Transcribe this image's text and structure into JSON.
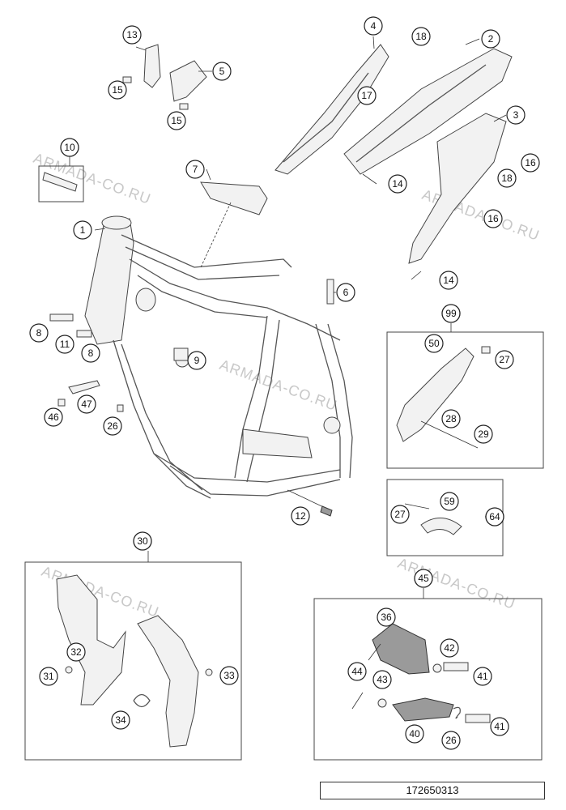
{
  "diagram": {
    "title": "Frame exploded parts diagram",
    "watermark": "ARMADA-CO.RU",
    "document_number": "172650313",
    "callouts": [
      "1",
      "2",
      "3",
      "4",
      "5",
      "6",
      "7",
      "8",
      "9",
      "10",
      "11",
      "12",
      "13",
      "14",
      "15",
      "16",
      "17",
      "18",
      "26",
      "27",
      "28",
      "29",
      "30",
      "31",
      "32",
      "33",
      "34",
      "36",
      "40",
      "41",
      "42",
      "43",
      "44",
      "45",
      "47",
      "46",
      "50",
      "59",
      "64",
      "99"
    ]
  }
}
